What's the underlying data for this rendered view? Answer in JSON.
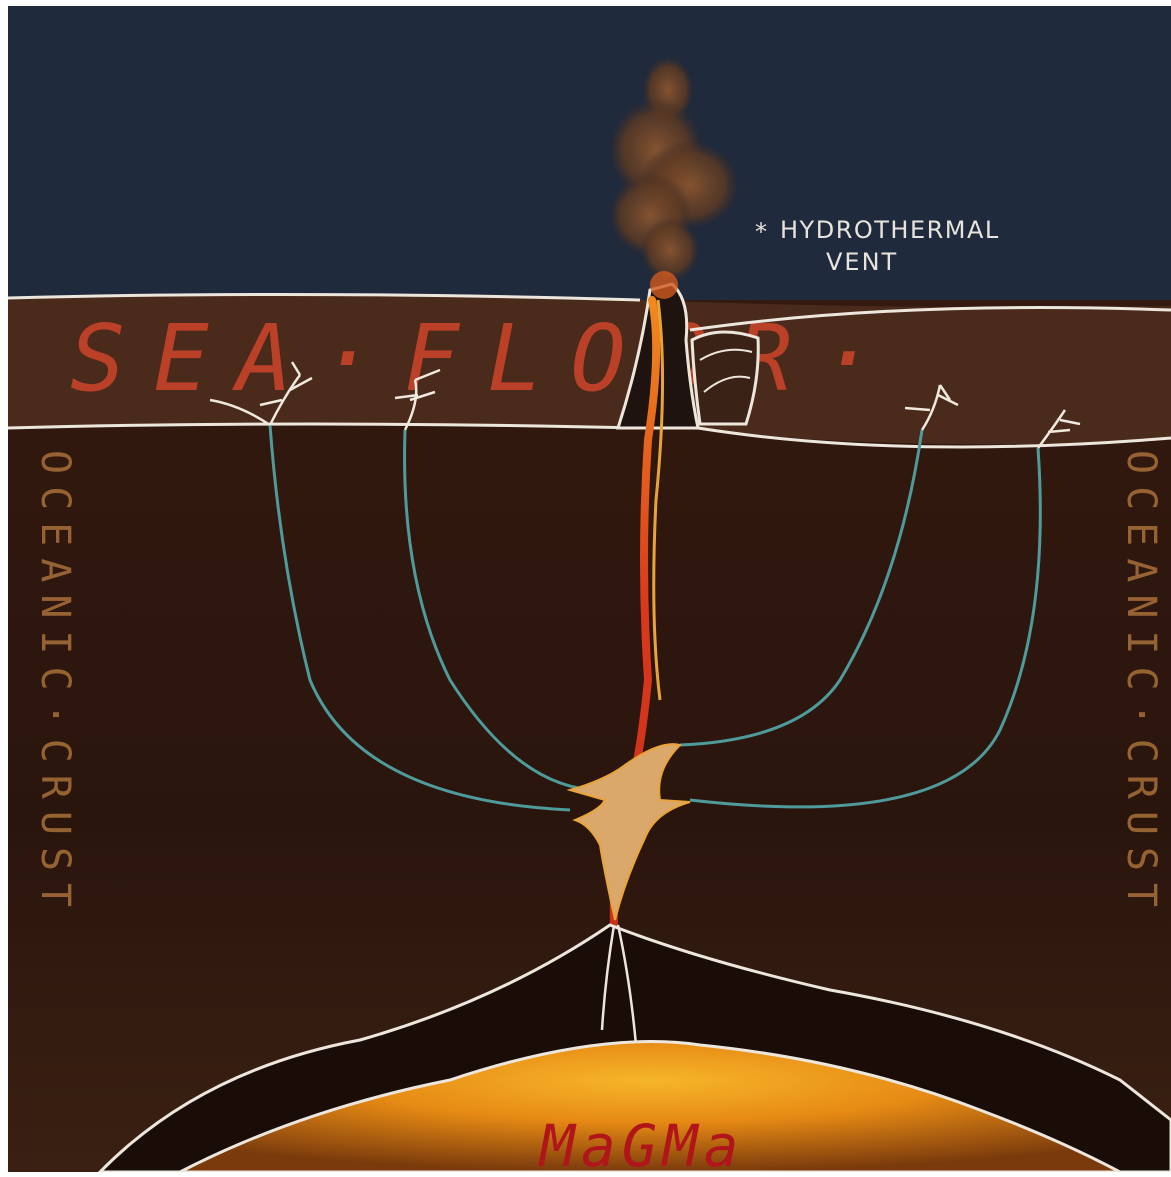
{
  "labels": {
    "vent_marker": "*",
    "vent_line1": "HYDROTHERMAL",
    "vent_line2": "VENT",
    "seafloor": "SEA·FLOOR·",
    "crust_left": "OCEANIC·CRUST",
    "crust_right": "OCEANIC·CRUST",
    "magma": "MaGMa"
  },
  "colors": {
    "ocean": "#1f2a3c",
    "seafloor_band": "#4a2a1a",
    "crust": "#2c170e",
    "crust_dark": "#1a0d08",
    "outline": "#ece6dc",
    "seafloor_text": "#c8422a",
    "crust_text": "#a8703a",
    "magma_text": "#b0151a",
    "magma_core": "#f2a21c",
    "channel": "#4f9a9a",
    "lava": "#d9381c",
    "smoke": "#7a4a2a"
  }
}
